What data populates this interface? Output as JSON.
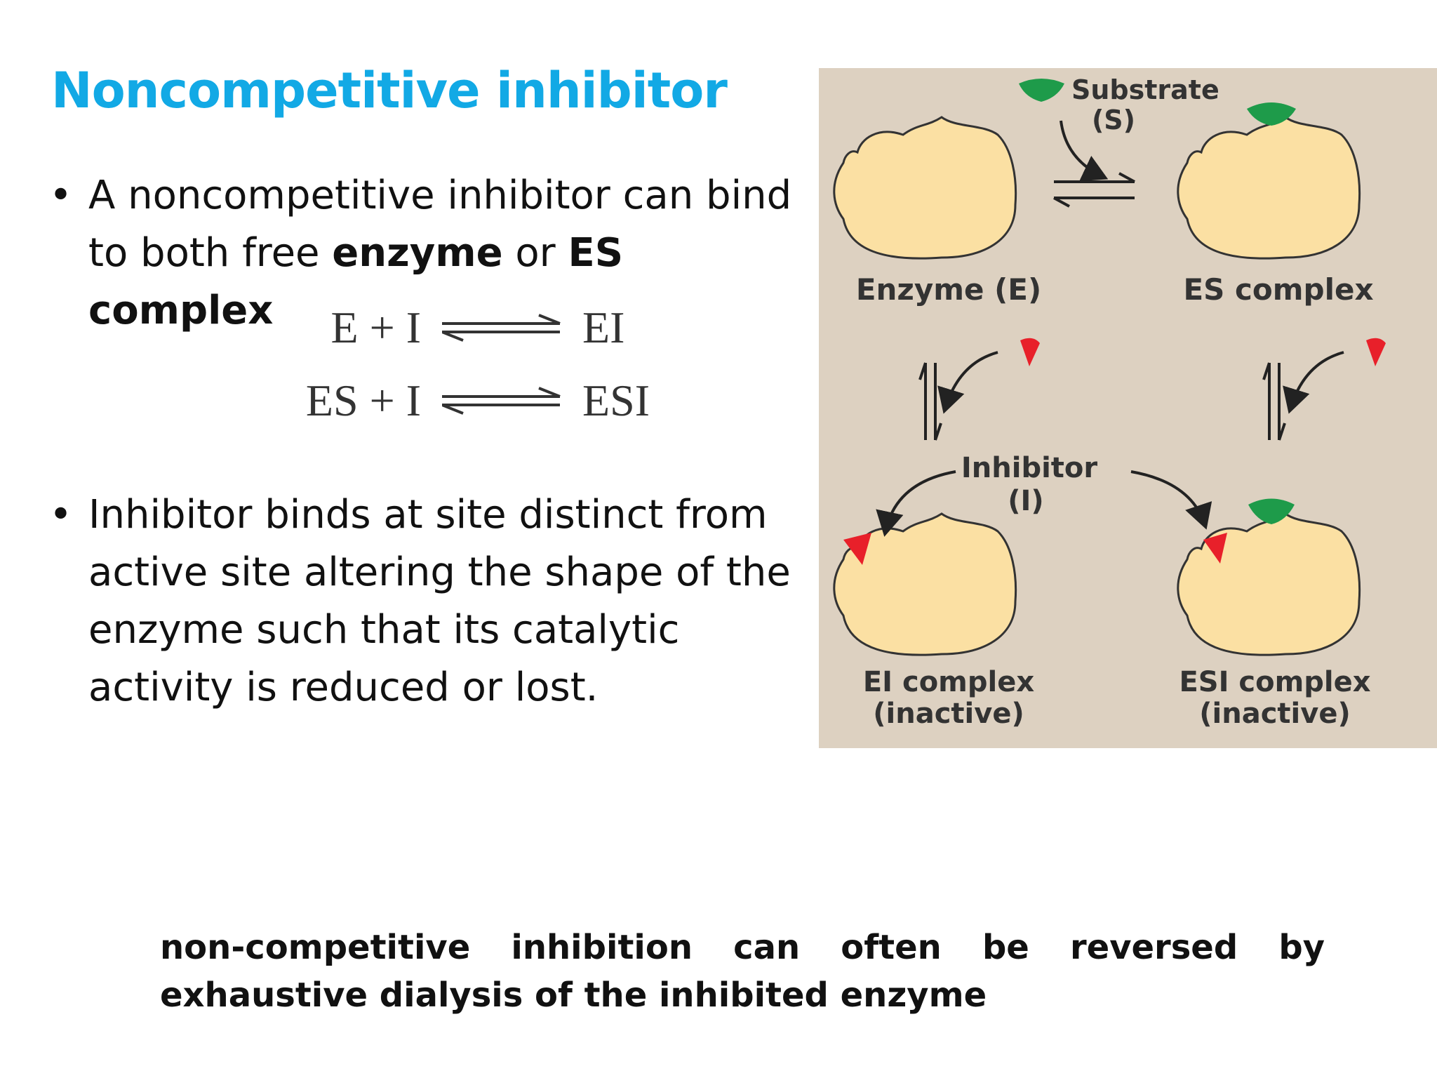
{
  "slide": {
    "title": "Noncompetitive inhibitor",
    "bullets": [
      {
        "parts": [
          {
            "text": "A noncompetitive inhibitor can bind to both free ",
            "bold": false
          },
          {
            "text": "enzyme",
            "bold": true
          },
          {
            "text": " or ",
            "bold": false
          },
          {
            "text": "ES complex",
            "bold": true
          }
        ]
      },
      {
        "text": "Inhibitor binds at site distinct from active site altering the shape of the enzyme such that its catalytic activity is reduced or lost."
      }
    ],
    "equations": [
      {
        "left": "E + I",
        "right": "EI"
      },
      {
        "left": "ES + I",
        "right": "ESI"
      }
    ],
    "footnote": "non-competitive inhibition can often be reversed by exhaustive dialysis of the inhibited enzyme"
  },
  "diagram": {
    "substrate_label": [
      "Substrate",
      "(S)"
    ],
    "enzyme_label": "Enzyme (E)",
    "es_label": "ES complex",
    "inhibitor_label": [
      "Inhibitor",
      "(I)"
    ],
    "ei_label": [
      "EI complex",
      "(inactive)"
    ],
    "esi_label": [
      "ESI complex",
      "(inactive)"
    ],
    "colors": {
      "background": "#ddd1c1",
      "enzyme": "#fbe0a3",
      "substrate": "#1e9b4a",
      "inhibitor": "#e8202a"
    }
  }
}
